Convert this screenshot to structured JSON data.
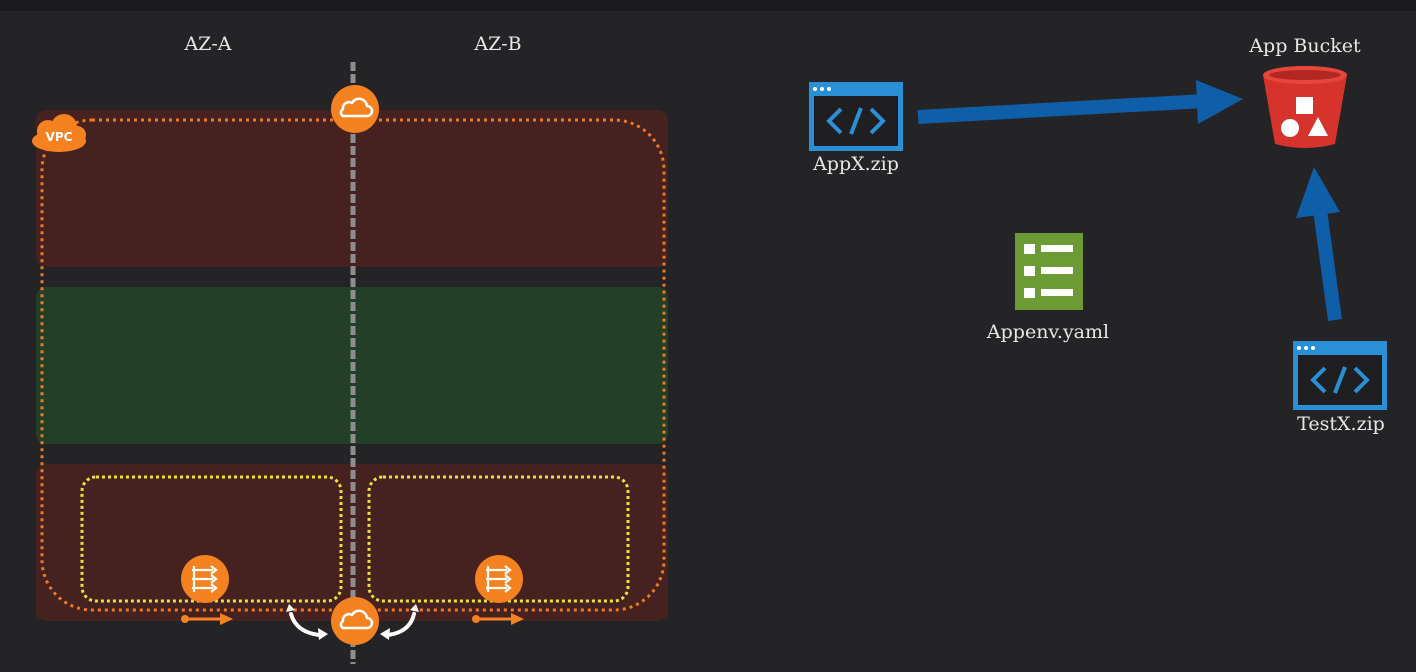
{
  "diagram": {
    "az_labels": [
      "AZ-A",
      "AZ-B"
    ],
    "vpc_badge": "VPC",
    "files": {
      "app_archive": "AppX.zip",
      "test_archive": "TestX.zip",
      "env_config": "Appenv.yaml"
    },
    "bucket_label": "App Bucket"
  },
  "colors": {
    "background": "#242326",
    "public_subnet": "#45211f",
    "private_subnet": "#233f27",
    "vpc_border": "#f07a24",
    "subnet_border": "#e9e43a",
    "aws_orange": "#f58220",
    "arrow_blue": "#0f5ea8",
    "file_blue": "#2b8fd6",
    "bucket_red": "#d6332c",
    "config_green": "#6c9b35"
  }
}
